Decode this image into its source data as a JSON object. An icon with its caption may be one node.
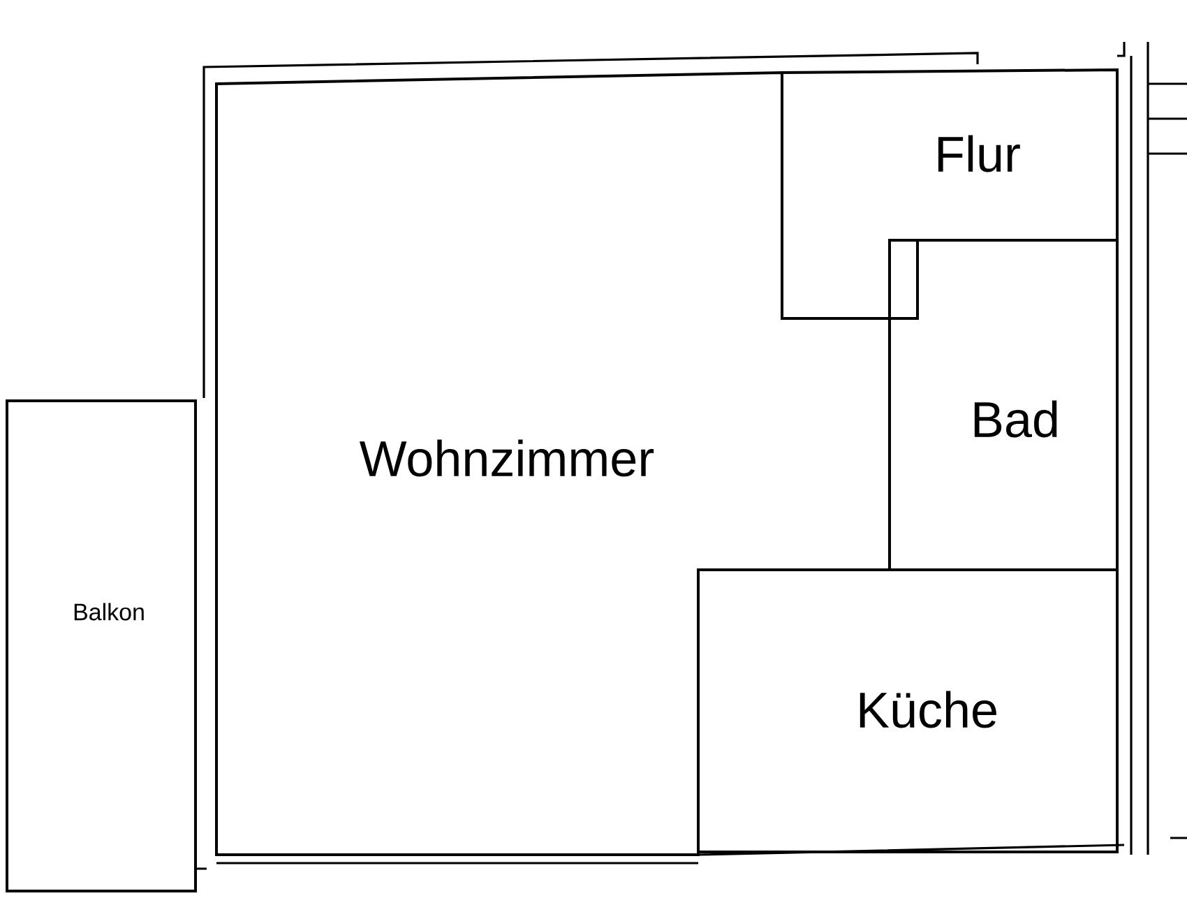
{
  "diagram": {
    "nodes": [
      {
        "text": [
          "Balkon"
        ]
      },
      {
        "text": [
          "Wohnzimmer"
        ]
      },
      {
        "text": [
          "Flur"
        ]
      },
      {
        "text": [
          "Bad"
        ]
      },
      {
        "text": [
          "Küche"
        ]
      }
    ]
  }
}
